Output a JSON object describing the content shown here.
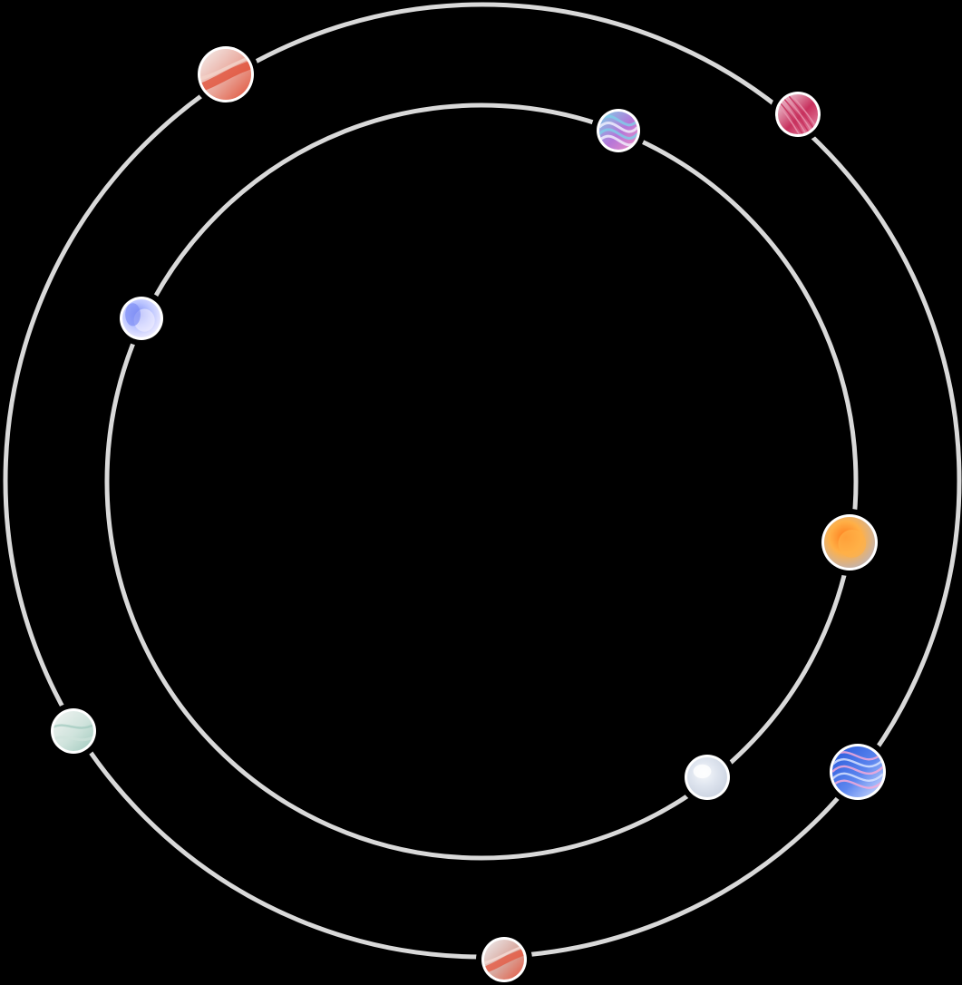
{
  "scene": {
    "background": "#000000",
    "orbit_color": "#d9d9d9",
    "planet_border": "#ffffff"
  },
  "orbits": [
    {
      "name": "outer-orbit"
    },
    {
      "name": "inner-orbit"
    }
  ],
  "planets": [
    {
      "name": "planet-coral-streak-icon",
      "orbit": "outer-orbit",
      "style": "coral-streak",
      "colors": [
        "#f4efed",
        "#e9a599",
        "#e04e35",
        "#f2d0c6"
      ]
    },
    {
      "name": "planet-crimson-feather-icon",
      "orbit": "outer-orbit",
      "style": "crimson-feather",
      "colors": [
        "#f3e8ec",
        "#c8315e",
        "#e892ad",
        "#fdf4f6"
      ]
    },
    {
      "name": "planet-mint-marble-icon",
      "orbit": "outer-orbit",
      "style": "mint-marble",
      "colors": [
        "#f1f4f2",
        "#cfe3dc",
        "#9fc9bd",
        "#ffffff"
      ]
    },
    {
      "name": "planet-cobalt-swirl-icon",
      "orbit": "outer-orbit",
      "style": "cobalt-swirl",
      "colors": [
        "#2456d8",
        "#5c86ef",
        "#d7e2ff",
        "#f5a9d8"
      ]
    },
    {
      "name": "planet-coral-streak-small-icon",
      "orbit": "outer-orbit",
      "style": "coral-streak",
      "colors": [
        "#eeeeef",
        "#d8a59b",
        "#e4553e",
        "#f3d8d2"
      ]
    },
    {
      "name": "planet-iridescent-swirl-icon",
      "orbit": "inner-orbit",
      "style": "iridescent-swirl",
      "colors": [
        "#7ed0e8",
        "#b576d8",
        "#f08ec4",
        "#f3f3ff"
      ]
    },
    {
      "name": "planet-lavender-glow-icon",
      "orbit": "inner-orbit",
      "style": "lavender-glow",
      "colors": [
        "#7f8ff5",
        "#b9c3ff",
        "#f6f2ff",
        "#a995f0"
      ]
    },
    {
      "name": "planet-orange-glow-icon",
      "orbit": "inner-orbit",
      "style": "orange-glow",
      "colors": [
        "#ff7a1a",
        "#ffb047",
        "#b8b4c2",
        "#ff5b2a"
      ]
    },
    {
      "name": "planet-pearl-icon",
      "orbit": "inner-orbit",
      "style": "pearl",
      "colors": [
        "#f7f9fc",
        "#dfe5ef",
        "#c9d1df",
        "#ffffff"
      ]
    }
  ]
}
